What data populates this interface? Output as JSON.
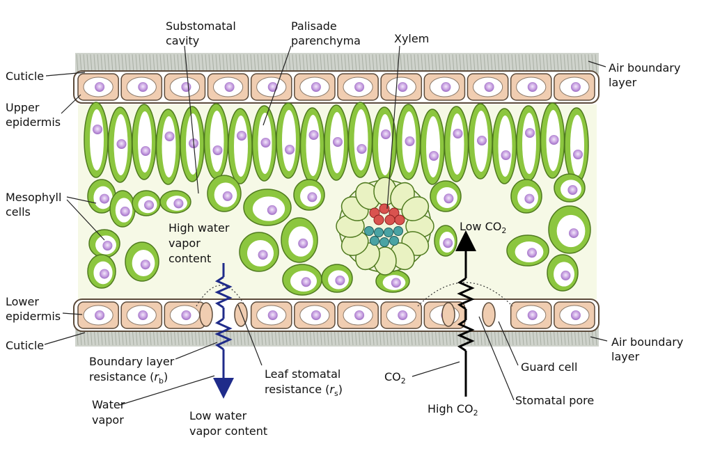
{
  "labels": {
    "cuticle_top": "Cuticle",
    "upper_epidermis_1": "Upper",
    "upper_epidermis_2": "epidermis",
    "mesophyll_1": "Mesophyll",
    "mesophyll_2": "cells",
    "lower_epidermis_1": "Lower",
    "lower_epidermis_2": "epidermis",
    "cuticle_bottom": "Cuticle",
    "substomatal_1": "Substomatal",
    "substomatal_2": "cavity",
    "palisade_1": "Palisade",
    "palisade_2": "parenchyma",
    "xylem": "Xylem",
    "air_top_1": "Air boundary",
    "air_top_2": "layer",
    "air_bottom_1": "Air boundary",
    "air_bottom_2": "layer",
    "high_water_1": "High water",
    "high_water_2": "vapor",
    "high_water_3": "content",
    "low_co2_text": "Low CO",
    "low_co2_sub": "2",
    "boundary_res_1": "Boundary layer",
    "boundary_res_2a": "resistance (",
    "boundary_res_r": "r",
    "boundary_res_sub": "b",
    "boundary_res_2b": ")",
    "stomatal_res_1": "Leaf stomatal",
    "stomatal_res_2a": "resistance (",
    "stomatal_res_r": "r",
    "stomatal_res_sub": "s",
    "stomatal_res_2b": ")",
    "water_vapor_1": "Water",
    "water_vapor_2": "vapor",
    "low_water_1": "Low water",
    "low_water_2": "vapor content",
    "co2_text": "CO",
    "co2_sub": "2",
    "high_co2_text": "High CO",
    "high_co2_sub": "2",
    "guard_cell": "Guard cell",
    "stomatal_pore": "Stomatal pore"
  },
  "icons": {
    "resistor": "resistor-zigzag",
    "arrow_down": "arrow-down",
    "arrow_up": "arrow-up"
  },
  "colors": {
    "cell_green": "#8cc63f",
    "cell_light": "#e9f2c2",
    "nucleus": "#b98bd6",
    "epidermis_tan": "#f0cdb1",
    "boundary_gray": "#c9cdc6",
    "xylem_red": "#d9534f",
    "phloem_teal": "#4aa3a3",
    "water_arrow": "#1f2b8a",
    "co2_arrow": "#000000"
  }
}
